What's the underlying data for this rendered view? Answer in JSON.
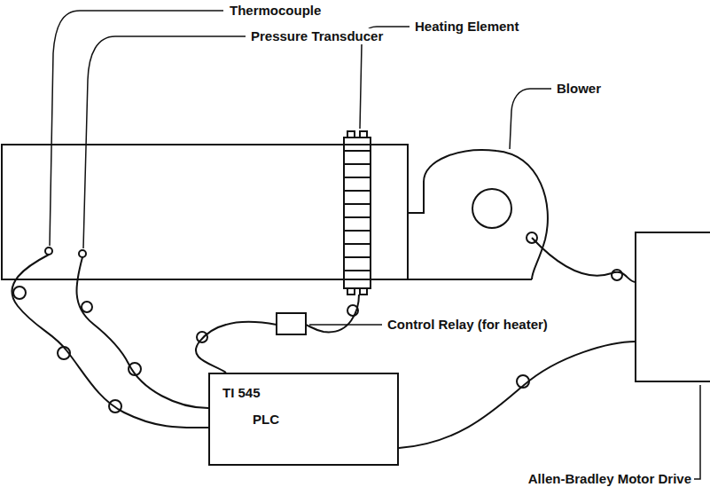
{
  "diagram": {
    "nodes": [
      {
        "text": [
          "TI 545",
          "PLC"
        ]
      }
    ],
    "labels": [
      "Thermocouple",
      "Pressure Transducer",
      "Heating Element",
      "Blower",
      "Control Relay (for heater)",
      "Allen-Bradley Motor Drive"
    ]
  }
}
